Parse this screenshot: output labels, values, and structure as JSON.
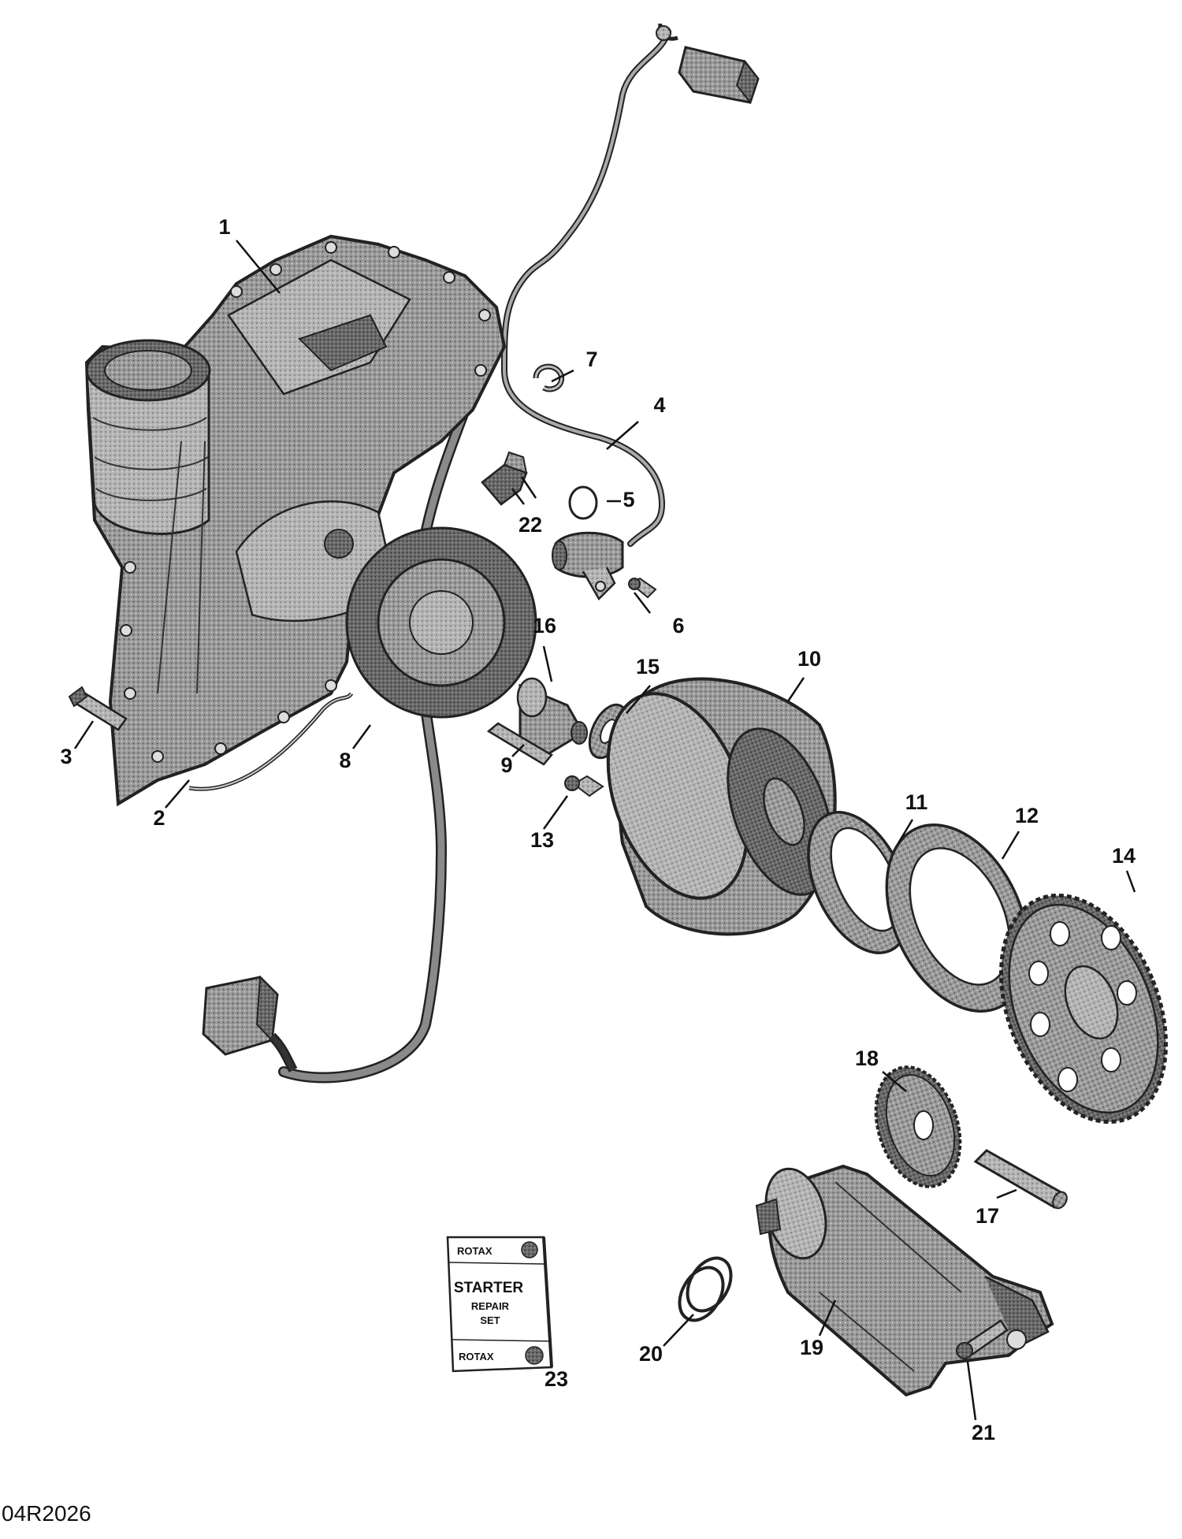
{
  "figure_code": "04R2026",
  "callouts": [
    {
      "id": "1",
      "label": "1"
    },
    {
      "id": "2",
      "label": "2"
    },
    {
      "id": "3",
      "label": "3"
    },
    {
      "id": "4",
      "label": "4"
    },
    {
      "id": "5",
      "label": "5"
    },
    {
      "id": "6",
      "label": "6"
    },
    {
      "id": "7",
      "label": "7"
    },
    {
      "id": "8",
      "label": "8"
    },
    {
      "id": "9",
      "label": "9"
    },
    {
      "id": "10",
      "label": "10"
    },
    {
      "id": "11",
      "label": "11"
    },
    {
      "id": "12",
      "label": "12"
    },
    {
      "id": "13",
      "label": "13"
    },
    {
      "id": "14",
      "label": "14"
    },
    {
      "id": "15",
      "label": "15"
    },
    {
      "id": "16",
      "label": "16"
    },
    {
      "id": "17",
      "label": "17"
    },
    {
      "id": "18",
      "label": "18"
    },
    {
      "id": "19",
      "label": "19"
    },
    {
      "id": "20",
      "label": "20"
    },
    {
      "id": "21",
      "label": "21"
    },
    {
      "id": "22",
      "label": "22"
    },
    {
      "id": "23",
      "label": "23"
    }
  ],
  "repair_kit": {
    "brand_top": "ROTAX",
    "title": "STARTER",
    "subtitle_line1": "REPAIR",
    "subtitle_line2": "SET",
    "brand_bottom": "ROTAX"
  }
}
